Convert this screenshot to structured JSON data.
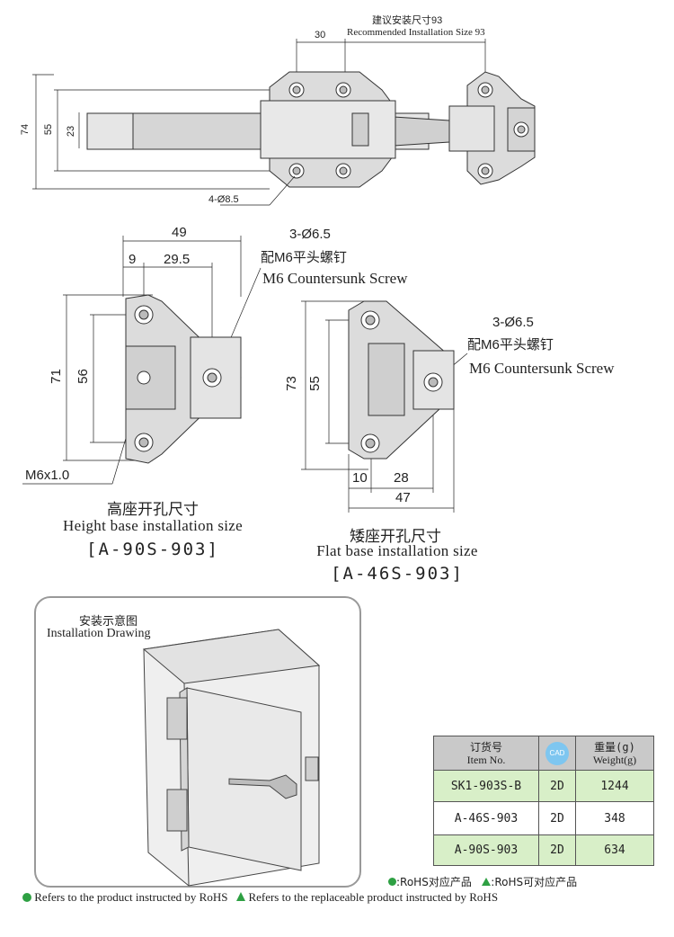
{
  "top_view": {
    "recommended_cn": "建议安装尺寸93",
    "recommended_en": "Recommended Installation Size 93",
    "dim_30": "30",
    "dim_74": "74",
    "dim_55": "55",
    "dim_23": "23",
    "dim_holes": "4-Ø8.5"
  },
  "high_base": {
    "dim_49": "49",
    "dim_9": "9",
    "dim_29_5": "29.5",
    "dim_71": "71",
    "dim_56": "56",
    "holes": "3-Ø6.5",
    "screw_cn": "配M6平头螺钉",
    "screw_en": "M6 Countersunk Screw",
    "thread": "M6x1.0",
    "caption_cn": "高座开孔尺寸",
    "caption_en": "Height base installation size",
    "code": "[A-90S-903]"
  },
  "flat_base": {
    "holes": "3-Ø6.5",
    "screw_cn": "配M6平头螺钉",
    "screw_en": "M6 Countersunk Screw",
    "dim_73": "73",
    "dim_55": "55",
    "dim_10": "10",
    "dim_28": "28",
    "dim_47": "47",
    "caption_cn": "矮座开孔尺寸",
    "caption_en": "Flat base installation size",
    "code": "[A-46S-903]"
  },
  "install": {
    "title_cn": "安装示意图",
    "title_en": "Installation Drawing"
  },
  "table": {
    "headers": {
      "item_cn": "订货号",
      "item_en": "Item No.",
      "cad_badge": "CAD",
      "weight_cn": "重量(g)",
      "weight_en": "Weight(g)"
    },
    "rows": [
      {
        "item": "SK1-903S-B",
        "cad": "2D",
        "weight": "1244"
      },
      {
        "item": "A-46S-903",
        "cad": "2D",
        "weight": "348"
      },
      {
        "item": "A-90S-903",
        "cad": "2D",
        "weight": "634"
      }
    ]
  },
  "legend": {
    "rohs_cn": ":RoHS对应产品",
    "rohs_alt_cn": ":RoHS可对应产品",
    "rohs_en": "Refers to the product instructed by RoHS",
    "rohs_alt_en": "Refers to the replaceable product instructed by RoHS",
    "green": "#2ea043"
  }
}
